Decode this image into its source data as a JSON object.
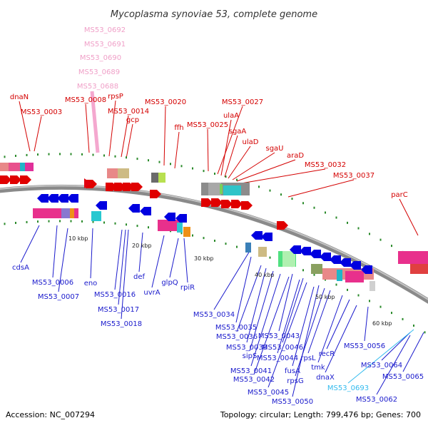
{
  "title": "Mycoplasma synoviae 53, complete genome",
  "footer": {
    "accession": "Accession: NC_007294",
    "summary": "Topology: circular; Length: 799,476 bp; Genes: 700"
  },
  "colors": {
    "forward_label": "#d40000",
    "reverse_label": "#1a1acc",
    "pink_label": "#f0a0c8",
    "cyan_label": "#33bbee",
    "backbone": "#8a8a8a",
    "tick": "#2a8a2a"
  },
  "ticks": [
    "10 kbp",
    "20 kbp",
    "30 kbp",
    "40 kbp",
    "50 kbp",
    "60 kbp"
  ],
  "labels": {
    "pink": [
      "MS53_0692",
      "MS53_0691",
      "MS53_0690",
      "MS53_0689",
      "MS53_0688"
    ],
    "forward": [
      "dnaN",
      "MS53_0003",
      "MS53_0008",
      "rpsP",
      "MS53_0014",
      "gcp",
      "MS53_0020",
      "ffh",
      "MS53_0027",
      "ulaA",
      "MS53_0025",
      "sgaA",
      "ulaD",
      "sgaU",
      "araD",
      "MS53_0032",
      "MS53_0037",
      "parC"
    ],
    "reverse": [
      "cdsA",
      "MS53_0006",
      "MS53_0007",
      "eno",
      "MS53_0016",
      "def",
      "uvrA",
      "glpQ",
      "rpiR",
      "MS53_0017",
      "MS53_0018",
      "MS53_0034",
      "MS53_0035",
      "MS53_0036",
      "MS53_0043",
      "MS53_0039",
      "MS53_0046",
      "sipS",
      "MS53_0044",
      "MS53_0041",
      "MS53_0042",
      "fusA",
      "rpsL",
      "recR",
      "MS53_0056",
      "tmk",
      "rpsG",
      "dnaX",
      "MS53_0045",
      "MS53_0050",
      "MS53_0064",
      "MS53_0065",
      "MS53_0062"
    ],
    "cyan": [
      "MS53_0693"
    ]
  }
}
